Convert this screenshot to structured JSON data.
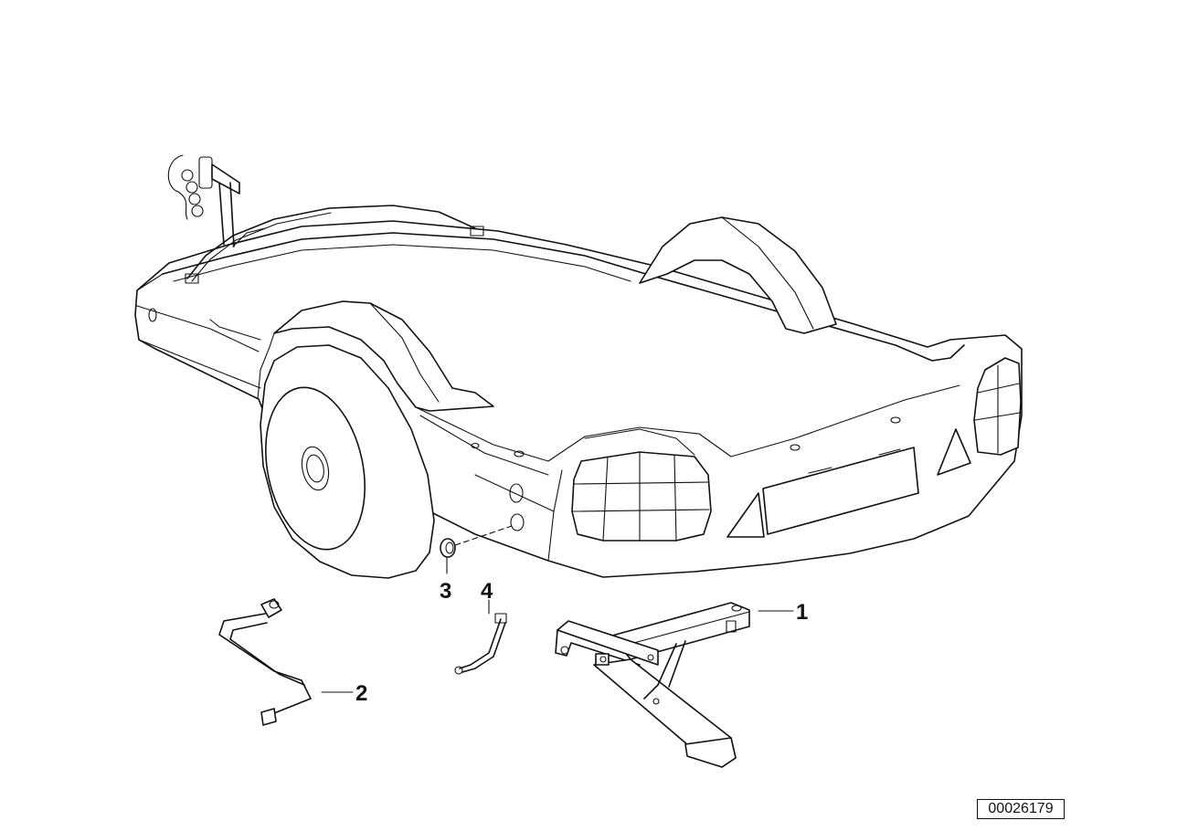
{
  "diagram": {
    "callouts": [
      {
        "id": "1",
        "text": "1"
      },
      {
        "id": "2",
        "text": "2"
      },
      {
        "id": "3",
        "text": "3"
      },
      {
        "id": "4",
        "text": "4"
      }
    ],
    "reference_number": "00026179"
  }
}
